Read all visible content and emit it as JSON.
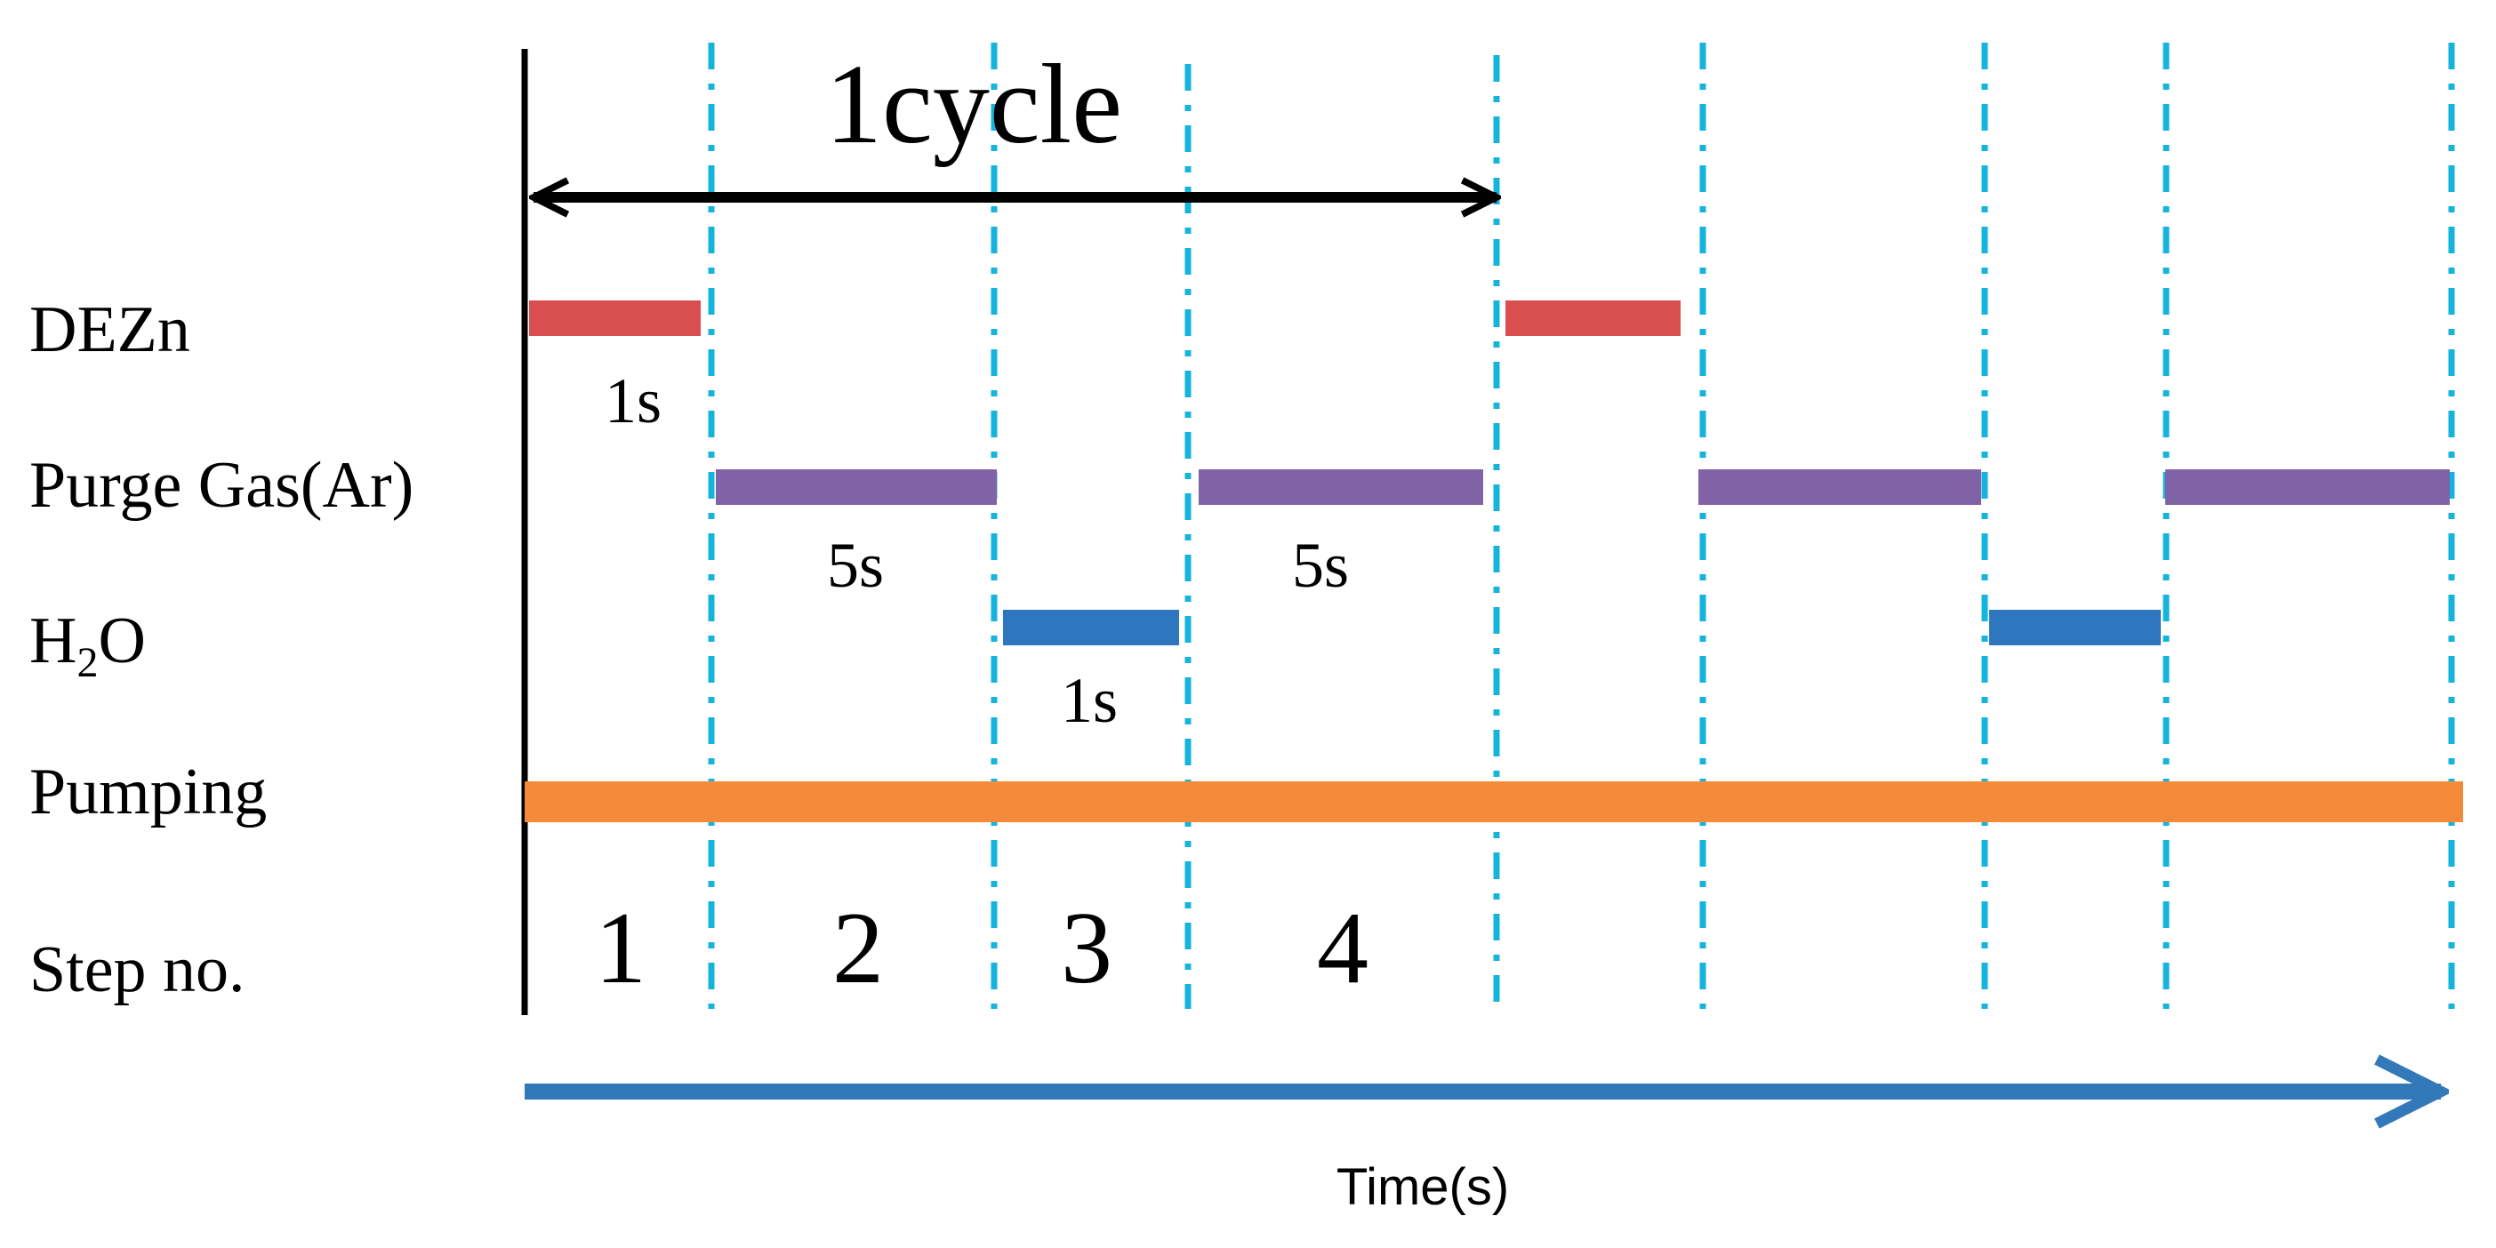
{
  "diagram": {
    "cycle_label": "1cycle",
    "time_label": "Time(s)",
    "colors": {
      "dezn": "#d94f4f",
      "purge": "#8062a6",
      "h2o": "#2e76bd",
      "pumping": "#f68a3b",
      "divider": "#14b4dc",
      "time_arrow": "#3378b8",
      "axis": "#000000"
    },
    "rows": [
      {
        "key": "dezn",
        "label": "DEZn"
      },
      {
        "key": "purge",
        "label": "Purge Gas(Ar)"
      },
      {
        "key": "h2o",
        "label_main": "H",
        "label_sub": "2",
        "label_tail": "O"
      },
      {
        "key": "pumping",
        "label": "Pumping"
      },
      {
        "key": "step",
        "label": "Step no."
      }
    ],
    "durations": {
      "dezn": "1s",
      "purge_1": "5s",
      "h2o": "1s",
      "purge_2": "5s"
    },
    "steps": [
      "1",
      "2",
      "3",
      "4"
    ]
  }
}
